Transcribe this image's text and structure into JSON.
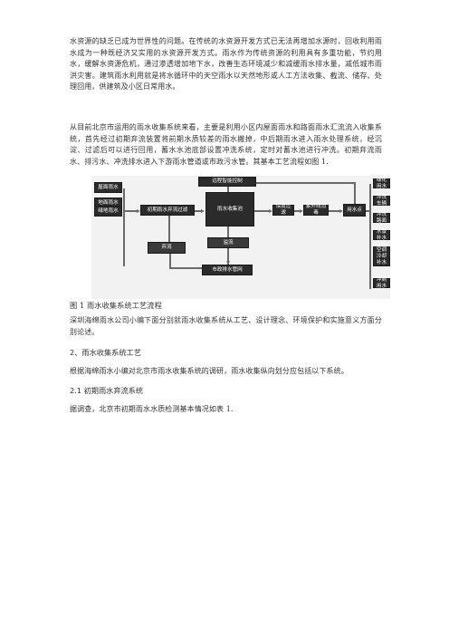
{
  "paragraphs": {
    "p1": "水资源的缺乏已成为世界性的问题。在传统的水资源开发方式已无法再增加水源时，回收利用雨水成为一种既经济又实用的水资源开发方式。雨水作为传统资源的利用具有多重功能，节约用水，缓解水资源危机，通过渗透增加地下水，改善生态环境减少和减缓雨水排水量，减低城市雨洪灾害。建筑雨水利用就是将水循环中的天空雨水以天然地形或人工方法收集、截流、储存、处理回用，供建筑及小区日常用水。",
    "p2": "从目前北京市运用的雨水收集系统来看，主要是利用小区内屋面雨水和路面雨水汇流流入收集系统，首先经过初期弃流装置将前期水质较差的雨水撇掉，中后期雨水进入雨水处理系统，经沉淀、过滤后可以进行回用，蓄水水池底部设置冲洗系统，定时对蓄水池进行冲洗。初期弃流雨水、排污水、冲洗排水进入下游雨水管道或市政污水管。其基本工艺流程如图 1.",
    "caption": "图 1 雨水收集系统工艺流程",
    "p3": "深圳海绵雨水公司小编下面分别就雨水收集系统从工艺、设计理念、环境保护和实施意义方面分别论述。",
    "h2": "2、雨水收集系统工艺",
    "p4": "根据海绵雨水小编对北京市雨水收集系统的调研，雨水收集纵向划分应包括以下系统。",
    "h3": "2.1 初期雨水弃流系统",
    "p5": "据调查，北京市初期雨水水质检测基本情况如表 1."
  },
  "flow": {
    "sources": [
      "屋面雨水",
      "地面雨水",
      "绿地雨水"
    ],
    "first_flush": "初期雨水弃流过滤",
    "collection_pool": "雨水收集池",
    "smart_control": "远程智能控制",
    "deep_filter": "深度过滤",
    "uv_disinfect": "紫外线消毒",
    "water_point": "用水点",
    "discard": "弃流",
    "overflow": "溢流",
    "municipal": "市政排水管网",
    "uses": [
      "绿化用水",
      "冲洗车辆",
      "冲洗路面",
      "水景补水",
      "空调冷却补水",
      "冲厕用水"
    ]
  }
}
